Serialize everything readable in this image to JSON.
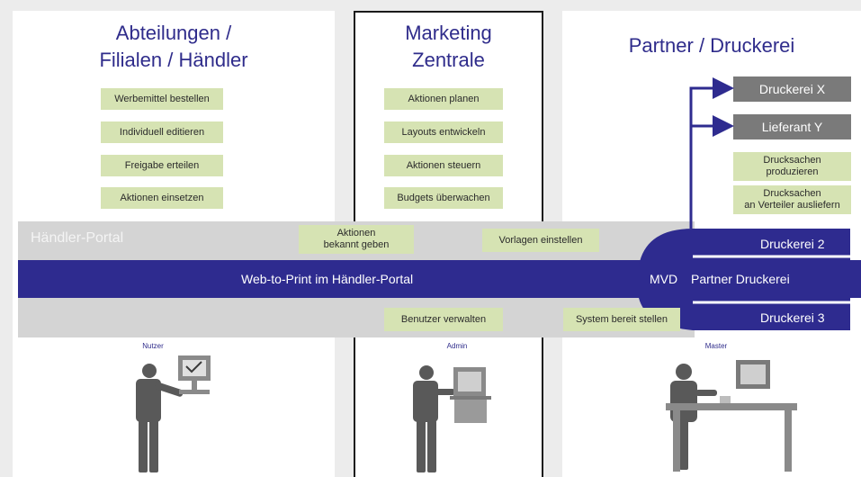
{
  "columns": {
    "left_title": "Abteilungen /\nFilialen / Händler",
    "middle_title": "Marketing\nZentrale",
    "right_title": "Partner / Druckerei"
  },
  "left_tasks": [
    "Werbemittel bestellen",
    "Individuell editieren",
    "Freigabe erteilen",
    "Aktionen einsetzen"
  ],
  "middle_tasks": [
    "Aktionen planen",
    "Layouts entwickeln",
    "Aktionen steuern",
    "Budgets überwachen"
  ],
  "right": {
    "printer_x": "Druckerei X",
    "supplier_y": "Lieferant Y",
    "task_1": "Drucksachen\nproduzieren",
    "task_2": "Drucksachen\nan Verteiler ausliefern"
  },
  "portal": {
    "label": "Händler-Portal",
    "action_1": "Aktionen\nbekannt geben",
    "action_2": "Vorlagen einstellen",
    "action_3": "Benutzer verwalten",
    "action_4": "System bereit stellen"
  },
  "w2p": {
    "label": "Web-to-Print im Händler-Portal",
    "mvd": "MVD",
    "partner": "Partner Druckerei",
    "printer_2": "Druckerei 2",
    "printer_3": "Druckerei 3"
  },
  "roles": {
    "user": "Nutzer",
    "admin": "Admin",
    "master": "Master"
  },
  "colors": {
    "navy": "#2e2b8f",
    "green_box": "#d6e3b3",
    "grey_band": "#d4d4d4",
    "grey_label": "#7a7a7a"
  }
}
